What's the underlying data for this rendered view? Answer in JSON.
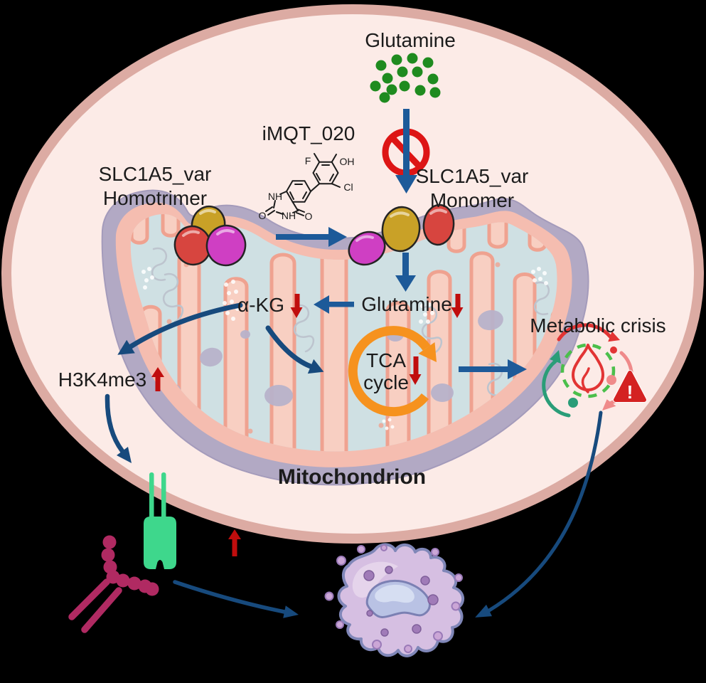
{
  "labels": {
    "glutamine_top": "Glutamine",
    "inhibitor": "iMQT_020",
    "homotrimer": [
      "SLC1A5_var",
      "Homotrimer"
    ],
    "monomer": [
      "SLC1A5_var",
      "Monomer"
    ],
    "alpha_kg": "α-KG",
    "glutamine_mito": "Glutamine",
    "tca": [
      "TCA",
      "cycle"
    ],
    "metabolic_crisis": "Metabolic crisis",
    "h3k4me3": "H3K4me3",
    "mitochondrion": "Mitochondrion",
    "warning_mark": "!"
  },
  "molecule": {
    "atoms": {
      "f": "F",
      "oh": "OH",
      "cl": "Cl",
      "nh1": "NH",
      "nh2": "NH",
      "o1": "O",
      "o2": "O"
    }
  },
  "colors": {
    "text": "#1b1b1b",
    "blue": "#1d5a99",
    "navy": "#174a7d",
    "red": "#c00d0d",
    "prohibition": "#dd1515",
    "orange": "#f6921e",
    "glutamine_dot": "#1f8b1f",
    "cell_fill": "#fcebe7",
    "cell_border": "#dcaba3",
    "mito_outer": "#b2a9c4",
    "mito_outer_edge": "#a49bbb",
    "mito_inner": "#f5bdb0",
    "matrix": "#cfe0e3",
    "cristae_fill": "#f8cfc2",
    "cristae_stroke": "#efa290",
    "granule": "#b7b2ca",
    "dna": "#bdc4ce",
    "receptor": "#3ed78c",
    "antibody": "#b02a62",
    "crisis_red": "#e23434",
    "crisis_pink": "#ef8a8a",
    "crisis_teal": "#2a9d78",
    "crisis_green": "#4bbf4b",
    "warning": "#d42222",
    "dying_fill": "#d6bfe2",
    "dying_stroke": "#8087b8",
    "dying_inner": "#a07bb8",
    "bleb": "#cba6d6",
    "nucleus": "#b9c2e4",
    "nucleus_stroke": "#7b80b3",
    "blob_red": "#d7453f",
    "blob_yellow": "#c9a127",
    "blob_magenta": "#cf3fc3",
    "mol_stroke": "#1b1b1b"
  }
}
